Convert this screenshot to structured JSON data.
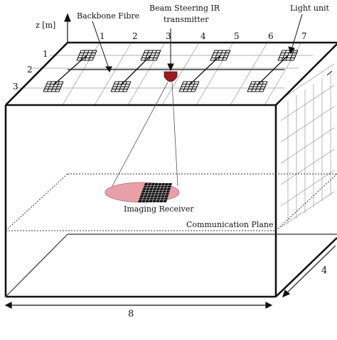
{
  "labels": {
    "axis_z": "z [m]",
    "backbone_fibre": "Backbone Fibre",
    "beam_steering_line1": "Beam Steering IR",
    "beam_steering_line2": "transmitter",
    "light_unit": "Light unit",
    "imaging_receiver": "Imaging Receiver",
    "communication_plane": "Communication Plane"
  },
  "dimensions": {
    "length": "8",
    "width": "4"
  },
  "grid_x_ticks": [
    "1",
    "2",
    "3",
    "4",
    "5",
    "6",
    "7"
  ],
  "grid_y_ticks": [
    "1",
    "2",
    "3"
  ],
  "colors": {
    "line": "#111111",
    "transmitter": "#9b1c1c",
    "footprint": "#e8a0a8"
  }
}
